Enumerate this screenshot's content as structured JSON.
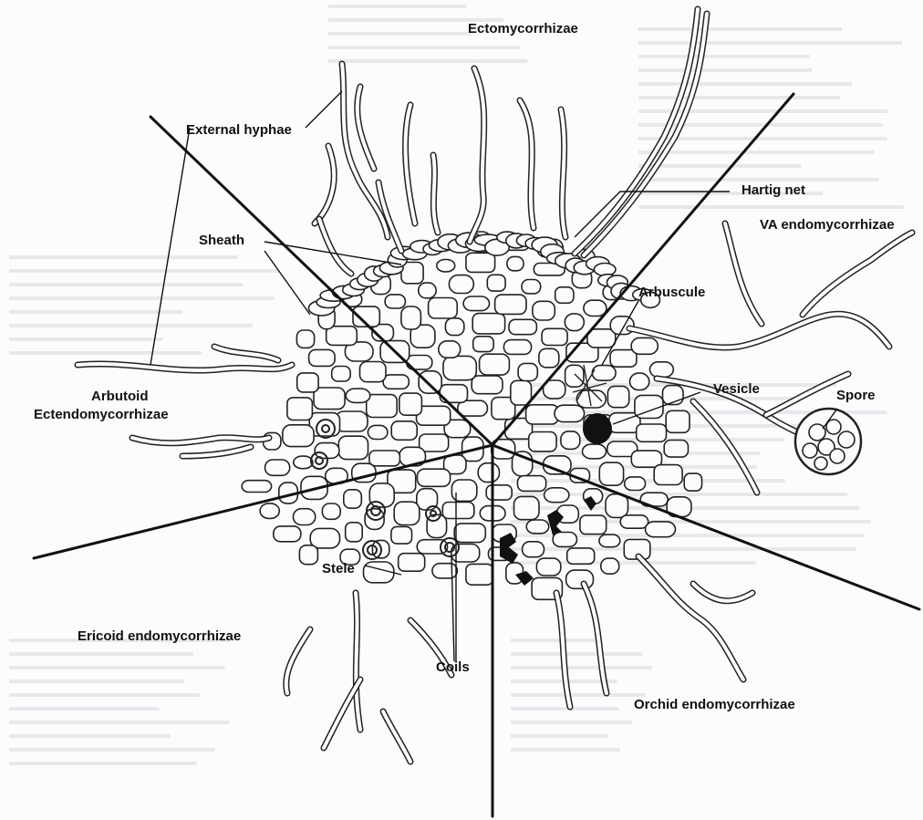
{
  "diagram": {
    "labels": {
      "ectomycorrhizae": "Ectomycorrhizae",
      "external_hyphae": "External hyphae",
      "hartig_net": "Hartig net",
      "va_endomycorrhizae": "VA endomycorrhizae",
      "sheath": "Sheath",
      "arbuscule": "Arbuscule",
      "arbutoid_line1": "Arbutoid",
      "arbutoid_line2": "Ectendomycorrhizae",
      "vesicle": "Vesicle",
      "spore": "Spore",
      "stele": "Stele",
      "ericoid": "Ericoid endomycorrhizae",
      "coils": "Coils",
      "orchid": "Orchid endomycorrhizae"
    }
  },
  "colors": {
    "ink": "#111111",
    "paper": "#fdfcfd",
    "bleed_through": "#cfcfd6"
  }
}
